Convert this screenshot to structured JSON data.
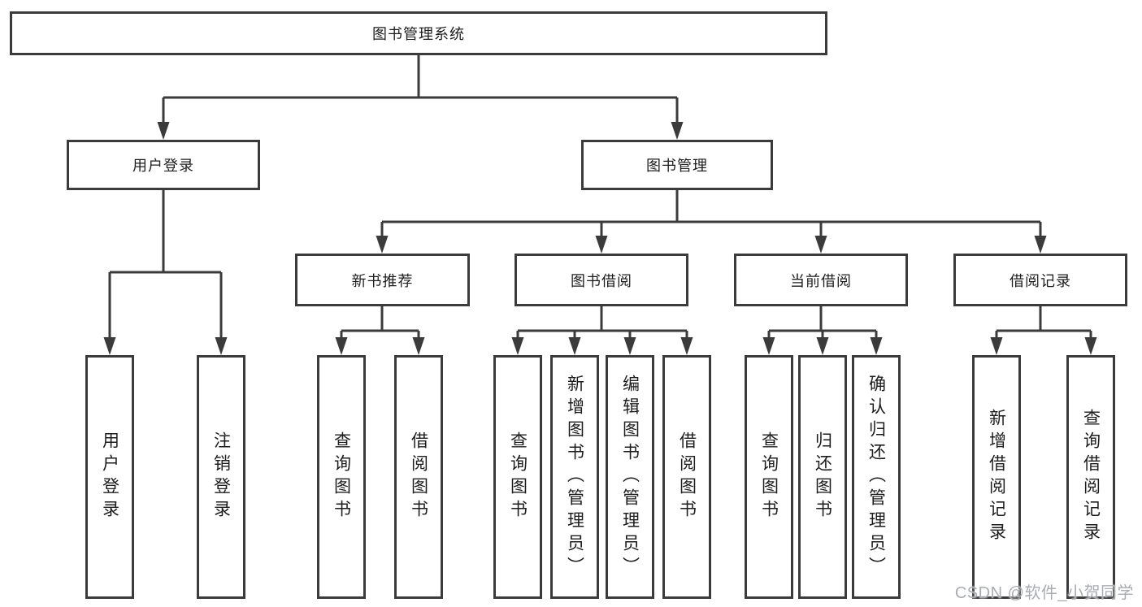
{
  "tree": {
    "label": "图书管理系统",
    "children": [
      {
        "label": "用户登录",
        "children": [
          {
            "label": "用户登录"
          },
          {
            "label": "注销登录"
          }
        ]
      },
      {
        "label": "图书管理",
        "children": [
          {
            "label": "新书推荐",
            "children": [
              {
                "label": "查询图书"
              },
              {
                "label": "借阅图书"
              }
            ]
          },
          {
            "label": "图书借阅",
            "children": [
              {
                "label": "查询图书"
              },
              {
                "label": "新增图书（管理员）"
              },
              {
                "label": "编辑图书（管理员）"
              },
              {
                "label": "借阅图书"
              }
            ]
          },
          {
            "label": "当前借阅",
            "children": [
              {
                "label": "查询图书"
              },
              {
                "label": "归还图书"
              },
              {
                "label": "确认归还（管理员）"
              }
            ]
          },
          {
            "label": "借阅记录",
            "children": [
              {
                "label": "新增借阅记录"
              },
              {
                "label": "查询借阅记录"
              }
            ]
          }
        ]
      }
    ]
  },
  "watermark": "CSDN @软件_小贺同学",
  "colors": {
    "line": "#3b3b3b",
    "text": "#1d1d1d",
    "box_background": "#ffffff",
    "page_background": "#ffffff",
    "watermark": "#aaacb4"
  }
}
